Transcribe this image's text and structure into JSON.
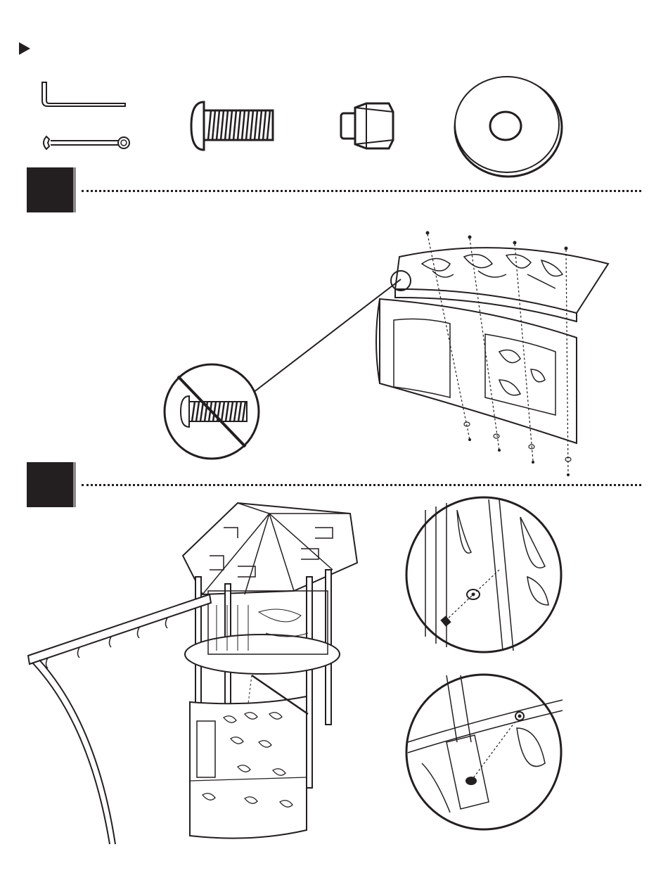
{
  "page": {
    "marker_icon": "play-triangle-icon",
    "colors": {
      "ink": "#231f20",
      "panel": "#ffffff",
      "badge_shadow": "#8a8a8a"
    }
  },
  "hardware": {
    "tools": [
      "hex-key-icon",
      "wrench-icon"
    ],
    "parts": [
      "button-head-bolt-icon",
      "lock-nut-icon",
      "flat-washer-icon"
    ]
  },
  "steps": [
    {
      "number": "",
      "content": "roof-panel-to-wall-panel-attachment"
    },
    {
      "number": "",
      "content": "wall-panel-to-tower-attachment"
    }
  ],
  "callouts": {
    "no_bolt": "no-bolt-icon",
    "detail_top": "washer-and-bolt-detail",
    "detail_bottom": "bolt-into-slot-detail"
  }
}
